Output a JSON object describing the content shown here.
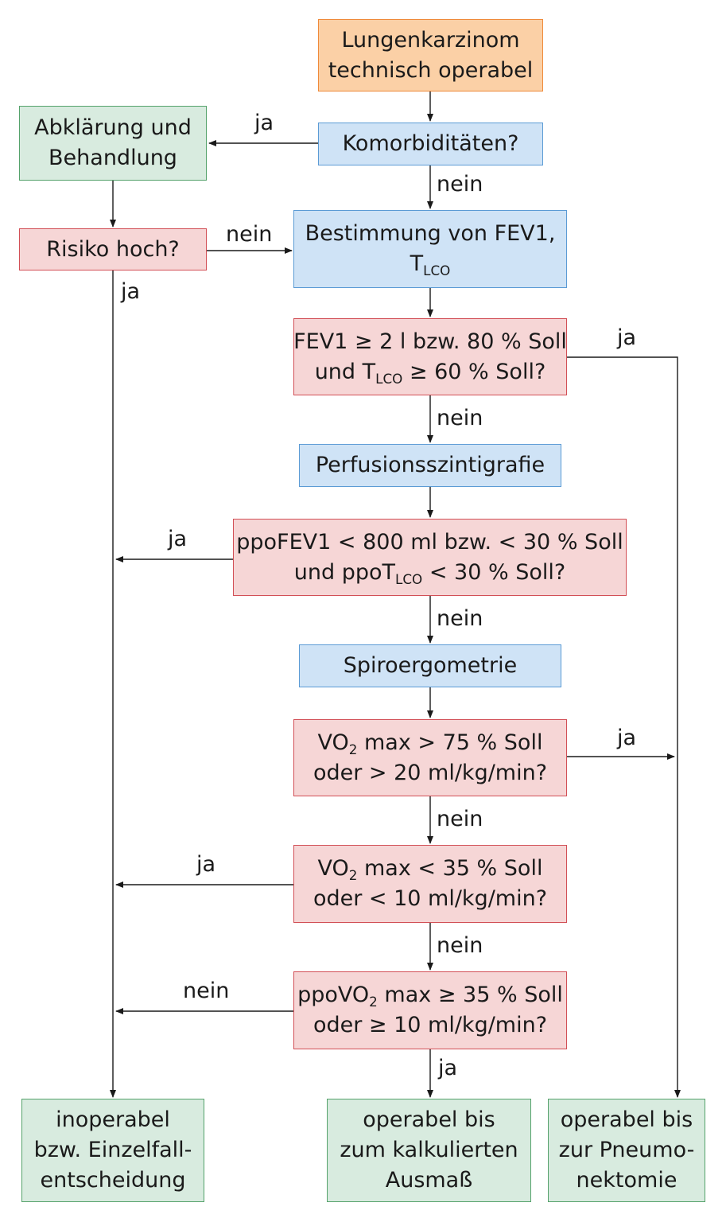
{
  "nodes": {
    "start": {
      "line1": "Lungenkarzinom",
      "line2": "technisch operabel"
    },
    "komorbid": {
      "text": "Komorbiditäten?"
    },
    "abklaerung": {
      "line1": "Abklärung und",
      "line2": "Behandlung"
    },
    "risiko": {
      "text": "Risiko hoch?"
    },
    "bestimmung": {
      "line1": "Bestimmung von FEV1,",
      "line2_base": "T",
      "line2_sub": "LCO"
    },
    "fev1": {
      "line1": "FEV1 ≥ 2 l bzw. 80 % Soll",
      "line2_pre": "und T",
      "line2_sub": "LCO",
      "line2_post": " ≥ 60 % Soll?"
    },
    "perfusion": {
      "text": "Perfusionsszintigrafie"
    },
    "ppofev1": {
      "line1": "ppoFEV1 < 800 ml bzw. < 30 % Soll",
      "line2_pre": "und ppoT",
      "line2_sub": "LCO",
      "line2_post": " < 30 % Soll?"
    },
    "spiro": {
      "text": "Spiroergometrie"
    },
    "vo2_75": {
      "line1_pre": "VO",
      "line1_sub": "2",
      "line1_post": " max > 75 % Soll",
      "line2": "oder > 20 ml/kg/min?"
    },
    "vo2_35": {
      "line1_pre": "VO",
      "line1_sub": "2",
      "line1_post": " max < 35 % Soll",
      "line2": "oder < 10 ml/kg/min?"
    },
    "ppovo2": {
      "line1_pre": "ppoVO",
      "line1_sub": "2",
      "line1_post": " max ≥ 35 % Soll",
      "line2": "oder ≥ 10 ml/kg/min?"
    },
    "inoperabel": {
      "line1": "inoperabel",
      "line2": "bzw. Einzelfall-",
      "line3": "entscheidung"
    },
    "operabel_kalk": {
      "line1": "operabel bis",
      "line2": "zum kalkulierten",
      "line3": "Ausmaß"
    },
    "operabel_pneumo": {
      "line1": "operabel bis",
      "line2": "zur Pneumo-",
      "line3": "nektomie"
    }
  },
  "edge_labels": {
    "komorbid_ja": "ja",
    "komorbid_nein": "nein",
    "risiko_nein": "nein",
    "risiko_ja": "ja",
    "fev1_ja": "ja",
    "fev1_nein": "nein",
    "ppofev1_ja": "ja",
    "ppofev1_nein": "nein",
    "vo2_75_ja": "ja",
    "vo2_75_nein": "nein",
    "vo2_35_ja": "ja",
    "vo2_35_nein": "nein",
    "ppovo2_nein": "nein",
    "ppovo2_ja": "ja"
  },
  "colors": {
    "start_fill": "#fbd0a6",
    "process_fill": "#cfe3f6",
    "decision_fill": "#f6d6d6",
    "outcome_fill": "#d8ebdf",
    "line": "#1a1a1a"
  }
}
